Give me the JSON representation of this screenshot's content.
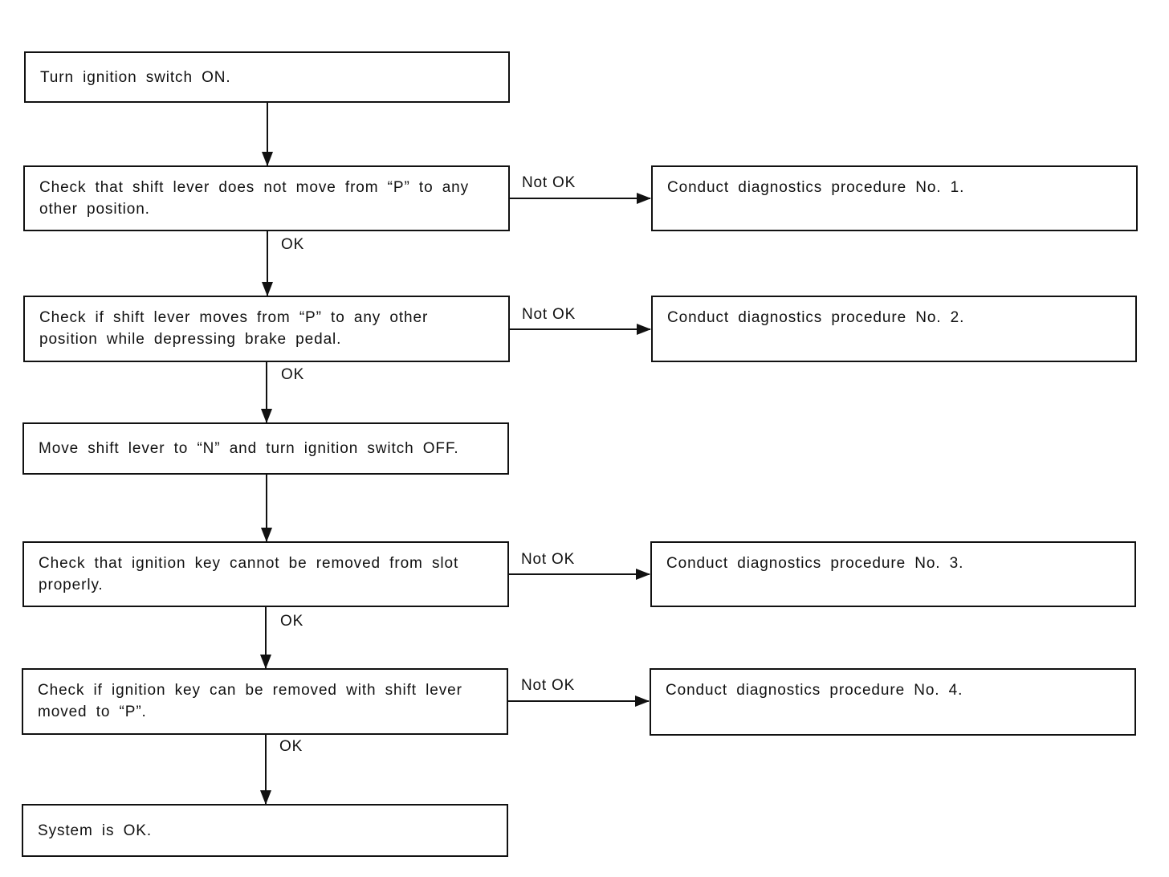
{
  "steps": {
    "s1": "Turn ignition switch ON.",
    "s2": "Check that shift lever does not move from “P” to any other position.",
    "s3": "Check if shift lever moves from “P” to any other position while depressing brake pedal.",
    "s4": "Move shift lever to “N” and turn ignition switch OFF.",
    "s5": "Check that ignition key cannot be removed from slot properly.",
    "s6": "Check if ignition key can be removed with shift lever moved to “P”.",
    "s7": "System is OK."
  },
  "procedures": {
    "p1": "Conduct diagnostics procedure No. 1.",
    "p2": "Conduct diagnostics procedure No. 2.",
    "p3": "Conduct diagnostics procedure No. 3.",
    "p4": "Conduct diagnostics procedure No. 4."
  },
  "labels": {
    "ok": "OK",
    "not_ok": "Not OK"
  }
}
